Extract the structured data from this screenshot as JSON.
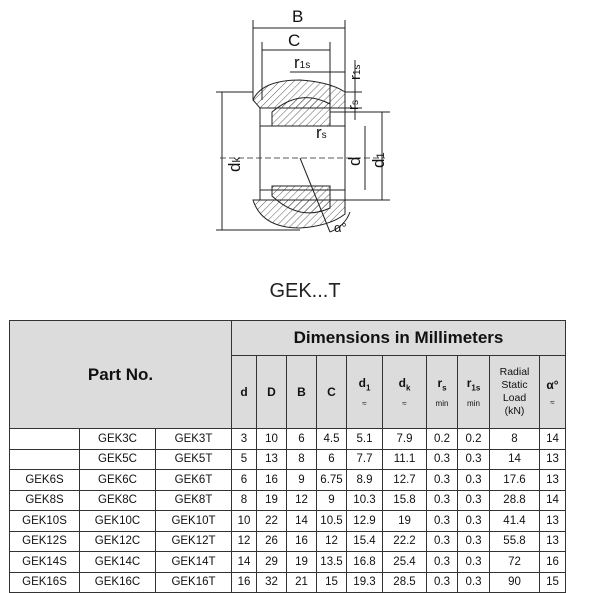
{
  "drawing": {
    "labels": {
      "B": "B",
      "C": "C",
      "r1s_top": "r",
      "r1s_top_sub": "1s",
      "r1s_right": "r",
      "r1s_right_sub": "1s",
      "rs_right": "r",
      "rs_right_sub": "s",
      "rs_inner": "r",
      "rs_inner_sub": "s",
      "dk": "d",
      "dk_sub": "k",
      "d": "d",
      "d1": "d",
      "d1_sub": "1",
      "alpha": "α°"
    },
    "caption": "GEK...T"
  },
  "table": {
    "part_header": "Part No.",
    "dims_header": "Dimensions in Millimeters",
    "columns": [
      {
        "label": "d",
        "sub": "",
        "note": ""
      },
      {
        "label": "D",
        "sub": "",
        "note": ""
      },
      {
        "label": "B",
        "sub": "",
        "note": ""
      },
      {
        "label": "C",
        "sub": "",
        "note": ""
      },
      {
        "label": "d",
        "sub": "1",
        "note": "≈"
      },
      {
        "label": "d",
        "sub": "k",
        "note": "≈"
      },
      {
        "label": "r",
        "sub": "s",
        "note": "min"
      },
      {
        "label": "r",
        "sub": "1s",
        "note": "min"
      }
    ],
    "radial_header": [
      "Radial",
      "Static",
      "Load",
      "(kN)"
    ],
    "alpha_header": "α°",
    "alpha_note": "≈",
    "rows": [
      [
        "",
        "GEK3C",
        "GEK3T",
        "3",
        "10",
        "6",
        "4.5",
        "5.1",
        "7.9",
        "0.2",
        "0.2",
        "8",
        "14"
      ],
      [
        "",
        "GEK5C",
        "GEK5T",
        "5",
        "13",
        "8",
        "6",
        "7.7",
        "11.1",
        "0.3",
        "0.3",
        "14",
        "13"
      ],
      [
        "GEK6S",
        "GEK6C",
        "GEK6T",
        "6",
        "16",
        "9",
        "6.75",
        "8.9",
        "12.7",
        "0.3",
        "0.3",
        "17.6",
        "13"
      ],
      [
        "GEK8S",
        "GEK8C",
        "GEK8T",
        "8",
        "19",
        "12",
        "9",
        "10.3",
        "15.8",
        "0.3",
        "0.3",
        "28.8",
        "14"
      ],
      [
        "GEK10S",
        "GEK10C",
        "GEK10T",
        "10",
        "22",
        "14",
        "10.5",
        "12.9",
        "19",
        "0.3",
        "0.3",
        "41.4",
        "13"
      ],
      [
        "GEK12S",
        "GEK12C",
        "GEK12T",
        "12",
        "26",
        "16",
        "12",
        "15.4",
        "22.2",
        "0.3",
        "0.3",
        "55.8",
        "13"
      ],
      [
        "GEK14S",
        "GEK14C",
        "GEK14T",
        "14",
        "29",
        "19",
        "13.5",
        "16.8",
        "25.4",
        "0.3",
        "0.3",
        "72",
        "16"
      ],
      [
        "GEK16S",
        "GEK16C",
        "GEK16T",
        "16",
        "32",
        "21",
        "15",
        "19.3",
        "28.5",
        "0.3",
        "0.3",
        "90",
        "15"
      ]
    ]
  }
}
